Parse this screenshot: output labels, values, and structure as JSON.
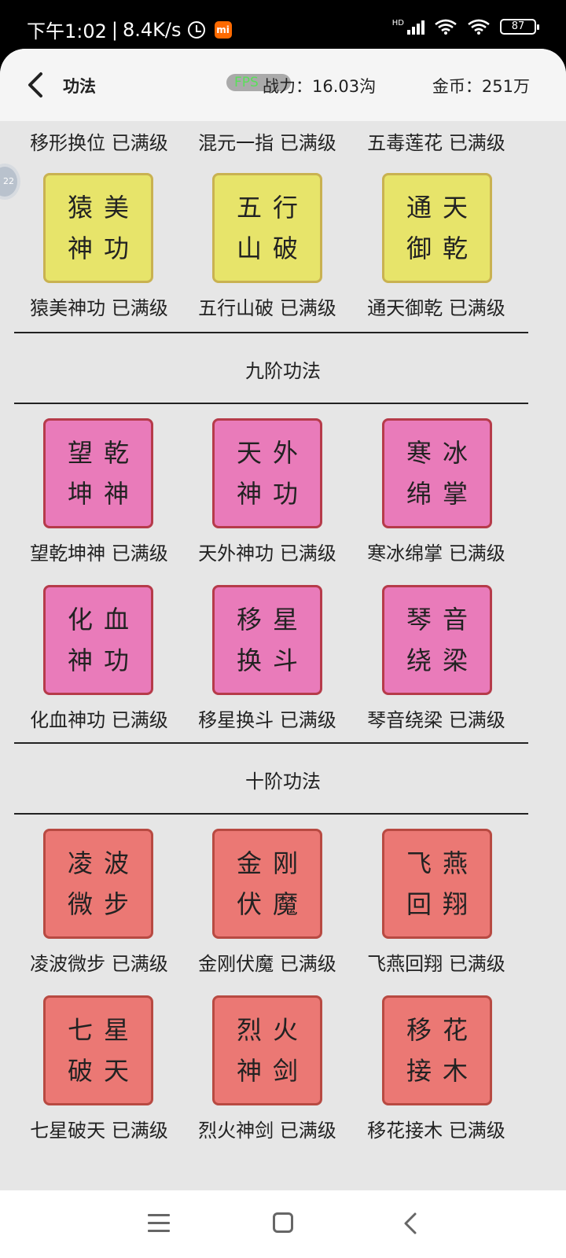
{
  "status_bar": {
    "time": "下午1:02",
    "speed": "8.4K/s",
    "separator": "|",
    "mi_badge": "mi",
    "hd": "HD",
    "battery": "87",
    "icons": [
      "alarm-icon",
      "mi-app-icon",
      "signal-icon",
      "wifi-icon",
      "battery-icon"
    ]
  },
  "header": {
    "title": "功法",
    "fps_label": "FPS",
    "power": "战力：16.03沟",
    "gold": "金币：251万"
  },
  "float_ball": {
    "text": "22"
  },
  "top_row_labels": [
    "移形换位 已满级",
    "混元一指 已满级",
    "五毒莲花 已满级"
  ],
  "sections": [
    {
      "title": "",
      "color": "yellow",
      "rows": [
        [
          {
            "l1": "猿美",
            "l2": "神功",
            "label": "猿美神功 已满级"
          },
          {
            "l1": "五行",
            "l2": "山破",
            "label": "五行山破 已满级"
          },
          {
            "l1": "通天",
            "l2": "御乾",
            "label": "通天御乾 已满级"
          }
        ]
      ]
    },
    {
      "title": "九阶功法",
      "color": "pink",
      "rows": [
        [
          {
            "l1": "望乾",
            "l2": "坤神",
            "label": "望乾坤神 已满级"
          },
          {
            "l1": "天外",
            "l2": "神功",
            "label": "天外神功 已满级"
          },
          {
            "l1": "寒冰",
            "l2": "绵掌",
            "label": "寒冰绵掌 已满级"
          }
        ],
        [
          {
            "l1": "化血",
            "l2": "神功",
            "label": "化血神功 已满级"
          },
          {
            "l1": "移星",
            "l2": "换斗",
            "label": "移星换斗 已满级"
          },
          {
            "l1": "琴音",
            "l2": "绕梁",
            "label": "琴音绕梁 已满级"
          }
        ]
      ]
    },
    {
      "title": "十阶功法",
      "color": "red",
      "rows": [
        [
          {
            "l1": "凌波",
            "l2": "微步",
            "label": "凌波微步 已满级"
          },
          {
            "l1": "金刚",
            "l2": "伏魔",
            "label": "金刚伏魔 已满级"
          },
          {
            "l1": "飞燕",
            "l2": "回翔",
            "label": "飞燕回翔 已满级"
          }
        ],
        [
          {
            "l1": "七星",
            "l2": "破天",
            "label": "七星破天 已满级"
          },
          {
            "l1": "烈火",
            "l2": "神剑",
            "label": "烈火神剑 已满级"
          },
          {
            "l1": "移花",
            "l2": "接木",
            "label": "移花接木 已满级"
          }
        ]
      ]
    }
  ],
  "colors": {
    "yellow_tile": "#e7e46a",
    "pink_tile": "#e97bba",
    "red_tile": "#eb7874",
    "background": "#e6e6e6",
    "header_bg": "#f5f5f5",
    "fps_text": "#3fdc3f"
  },
  "navbar": {
    "icons": [
      "menu-icon",
      "home-icon",
      "back-icon"
    ]
  }
}
